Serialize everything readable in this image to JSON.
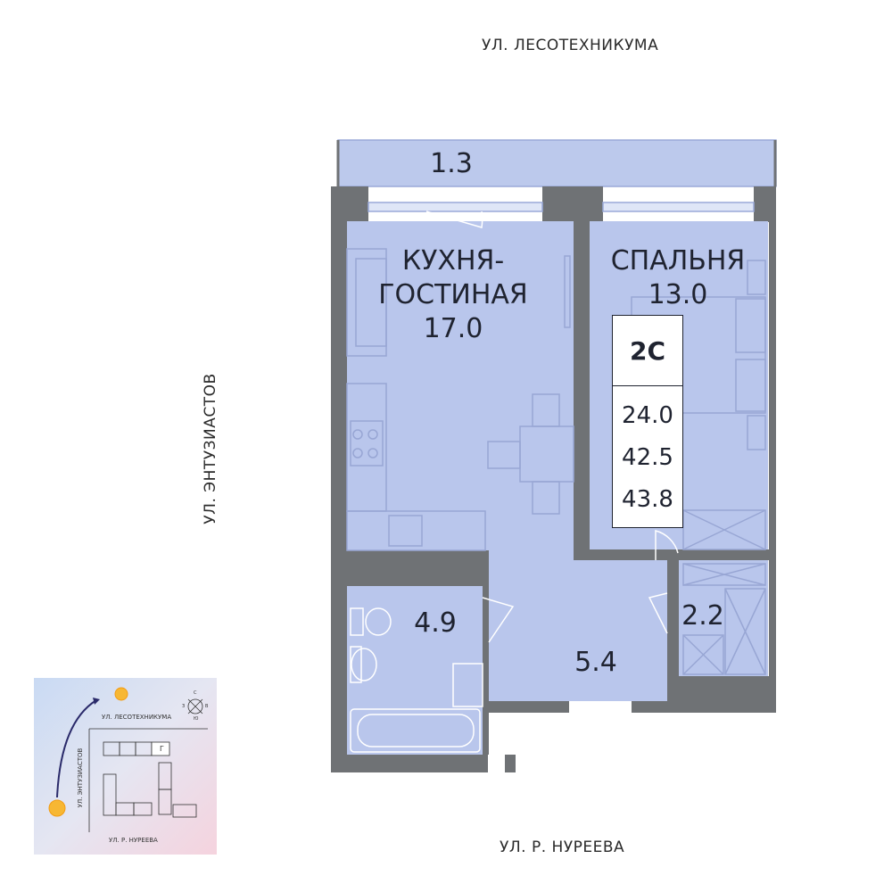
{
  "streets": {
    "top": "УЛ. ЛЕСОТЕХНИКУМА",
    "left": "УЛ. ЭНТУЗИАСТОВ",
    "bottom": "УЛ. Р. НУРЕЕВА"
  },
  "rooms": {
    "balcony": "1.3",
    "kitchen_line1": "КУХНЯ-",
    "kitchen_line2": "ГОСТИНАЯ",
    "kitchen_area": "17.0",
    "bedroom_name": "СПАЛЬНЯ",
    "bedroom_area": "13.0",
    "bathroom": "4.9",
    "hall": "5.4",
    "storage": "2.2"
  },
  "card": {
    "type": "2С",
    "areas": [
      "24.0",
      "42.5",
      "43.8"
    ]
  },
  "minimap": {
    "top_street": "УЛ. ЛЕСОТЕХНИКУМА",
    "left_street": "УЛ. ЭНТУЗИАСТОВ",
    "bottom_street": "УЛ. Р. НУРЕЕВА",
    "marker": "Г",
    "compass": [
      "С",
      "Ю",
      "З",
      "В"
    ]
  },
  "colors": {
    "wall": "#6f7275",
    "room": "#b9c6ec",
    "room_line": "#9aa9d8"
  }
}
